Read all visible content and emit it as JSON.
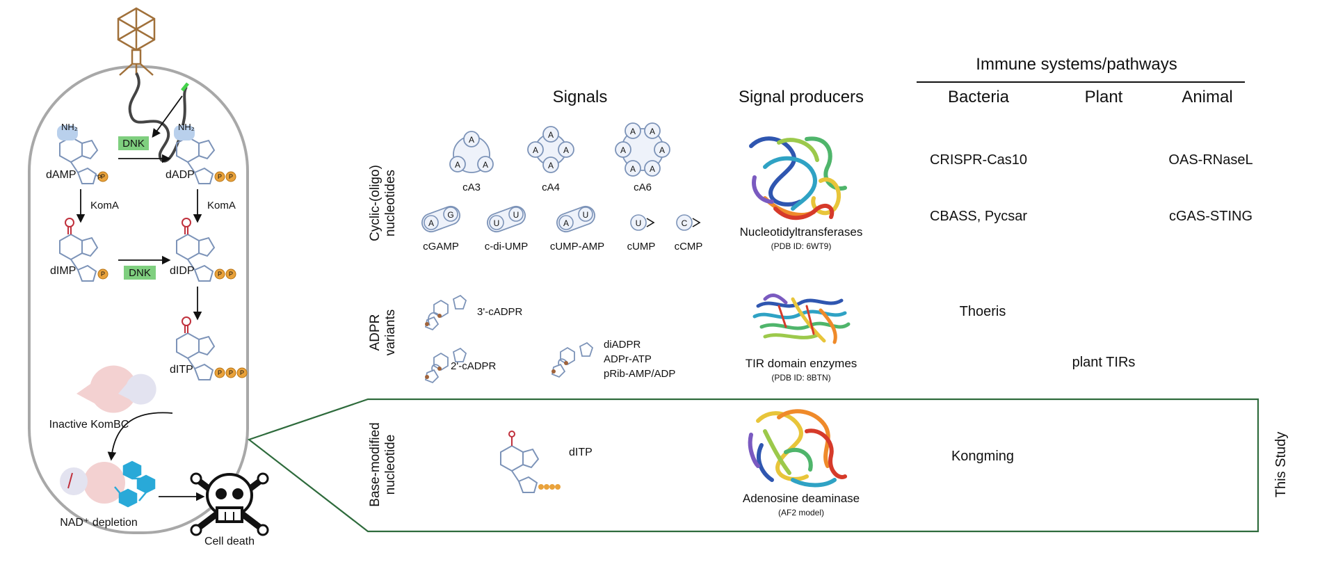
{
  "headers": {
    "immune": "Immune systems/pathways",
    "signals": "Signals",
    "producers": "Signal producers",
    "bacteria": "Bacteria",
    "plant": "Plant",
    "animal": "Animal"
  },
  "pathway": {
    "dnk_top": "DNK",
    "dnk_mid": "DNK",
    "nh2_left": "NH₂",
    "nh2_right": "NH₂",
    "damp": "dAMP",
    "dadp": "dADP",
    "koma_left": "KomA",
    "koma_right": "KomA",
    "dimp": "dIMP",
    "didp": "dIDP",
    "ditp": "dITP",
    "inactive": "Inactive KomBC",
    "nad": "NAD⁺ depletion",
    "death": "Cell death",
    "phosphate": "P"
  },
  "rows": {
    "cyclic": {
      "label_line1": "Cyclic-(oligo)",
      "label_line2": "nucleotides",
      "ring_letter": "A",
      "ca3": "cA3",
      "ca4": "cA4",
      "ca6": "cA6",
      "cgamp": "cGAMP",
      "cdiump": "c-di-UMP",
      "cumpamp": "cUMP-AMP",
      "cump": "cUMP",
      "ccmp": "cCMP",
      "g": "G",
      "u": "U",
      "c": "C",
      "producer": "Nucleotidyltransferases",
      "pdb": "(PDB ID: 6WT9)",
      "bacteria1": "CRISPR-Cas10",
      "bacteria2": "CBASS, Pycsar",
      "animal1": "OAS-RNaseL",
      "animal2": "cGAS-STING"
    },
    "adpr": {
      "label_line1": "ADPR",
      "label_line2": "variants",
      "s1": "3'-cADPR",
      "s2": "2'-cADPR",
      "s3a": "diADPR",
      "s3b": "ADPr-ATP",
      "s3c": "pRib-AMP/ADP",
      "producer": "TIR domain enzymes",
      "pdb": "(PDB ID: 8BTN)",
      "bacteria": "Thoeris",
      "plant": "plant TIRs"
    },
    "base": {
      "label_line1": "Base-modified",
      "label_line2": "nucleotide",
      "signal": "dITP",
      "producer": "Adenosine deaminase",
      "model": "(AF2 model)",
      "bacteria": "Kongming",
      "study": "This Study"
    }
  },
  "colors": {
    "cell_border": "#a8a8a8",
    "dnk_fill": "#7fcf7f",
    "phosphate": "#e9a23b",
    "nucleotide": "#7c93b8",
    "nh2_fill": "#b9d0ec",
    "inosine_o": "#c0303c",
    "study_border": "#2e6b3c",
    "phage": "#a0703a",
    "nad": "#29a9d8",
    "kombc_pink": "#f3d1d1",
    "kombc_lilac": "#e3e3f0"
  }
}
